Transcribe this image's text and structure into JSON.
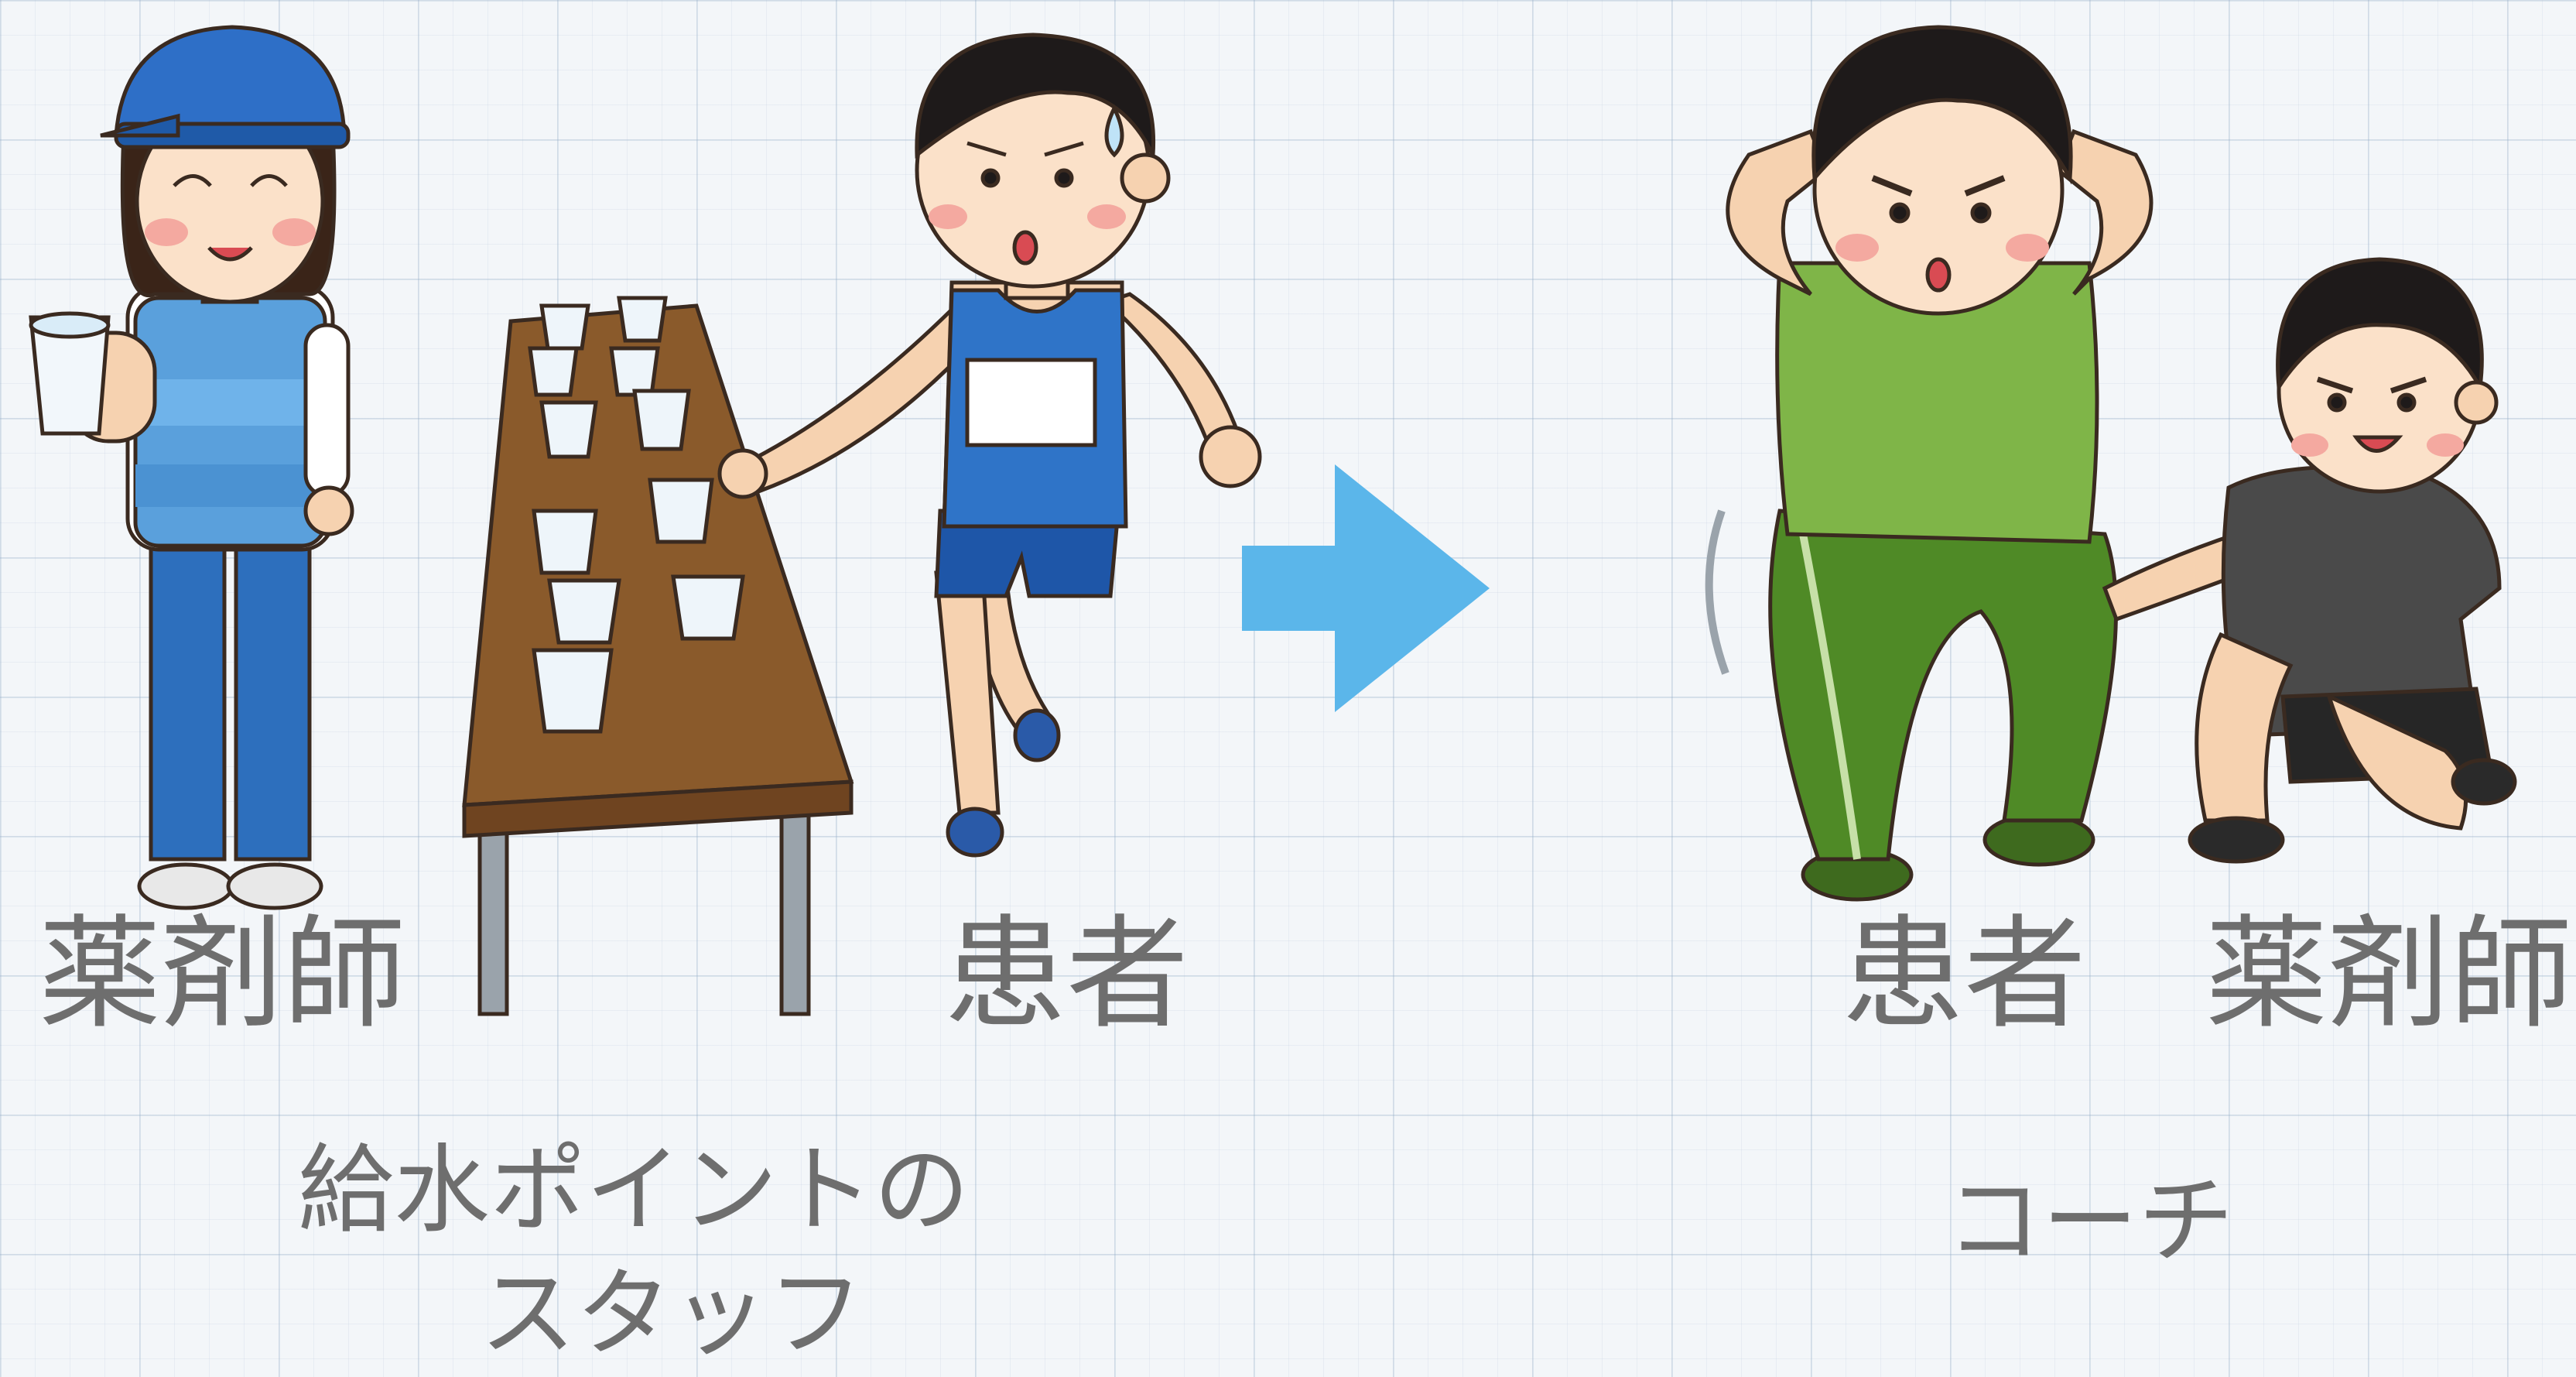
{
  "left_panel": {
    "pharmacist_label": "薬剤師",
    "patient_label": "患者",
    "role_line1": "給水ポイントの",
    "role_line2": "スタッフ"
  },
  "right_panel": {
    "patient_label": "患者",
    "pharmacist_label": "薬剤師",
    "role_label": "コーチ"
  },
  "colors": {
    "arrow": "#5bb6ea",
    "label_text": "#6e6e6e",
    "table_top": "#8a5a2b",
    "vest_blue": "#5aa0dc",
    "patient_shirt_green": "#7fb548",
    "coach_shirt_dark": "#4a4a4a"
  },
  "icons": {
    "arrow": "right-arrow-icon"
  }
}
